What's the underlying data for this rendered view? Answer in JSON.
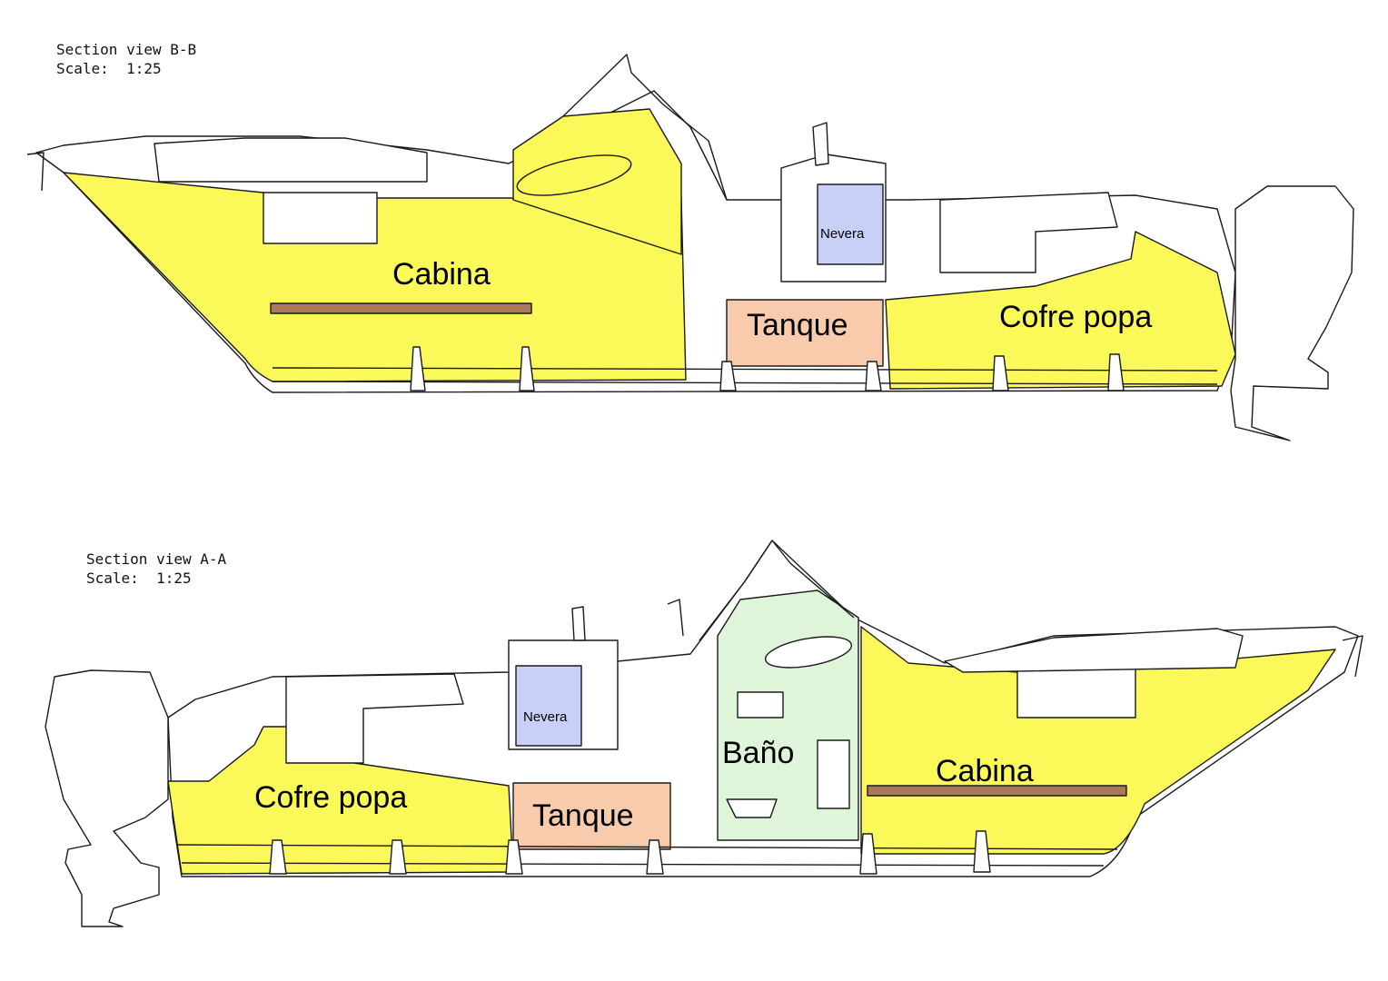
{
  "sections": [
    {
      "id": "B-B",
      "title": "Section view B-B",
      "scale": "Scale:  1:25",
      "labels": {
        "cabin": "Cabina",
        "fridge": "Nevera",
        "tank": "Tanque",
        "stern_locker": "Cofre popa"
      }
    },
    {
      "id": "A-A",
      "title": "Section view A-A",
      "scale": "Scale:  1:25",
      "labels": {
        "cabin": "Cabina",
        "fridge": "Nevera",
        "tank": "Tanque",
        "stern_locker": "Cofre popa",
        "bathroom": "Baño"
      }
    }
  ],
  "colors": {
    "storage": "#fbf959",
    "tank": "#f8cbad",
    "fridge": "#c9d0f7",
    "bathroom": "#dff5d9",
    "bunk": "#a9795a",
    "line": "#1a1a1a"
  }
}
